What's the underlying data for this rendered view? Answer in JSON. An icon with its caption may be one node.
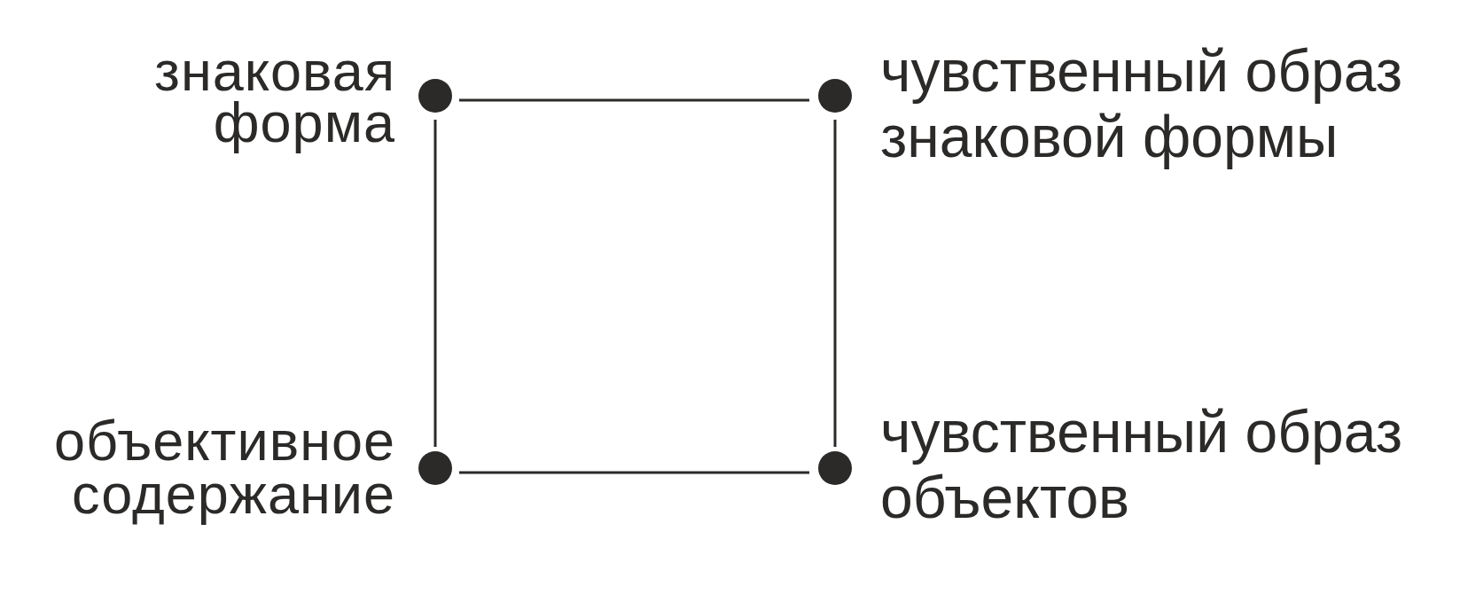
{
  "diagram": {
    "nodes": [
      {
        "text": [],
        "shape": "circle",
        "beside": [
          "знаковая форма"
        ]
      },
      {
        "text": [],
        "shape": "circle",
        "beside": [
          "чувственный образ знаковой формы"
        ]
      },
      {
        "text": [],
        "shape": "circle",
        "beside": [
          "объективное содержание"
        ]
      },
      {
        "text": [],
        "shape": "circle",
        "beside": [
          "чувственный образ объектов"
        ]
      }
    ],
    "edges": [
      {
        "from": 0,
        "to": 1,
        "arrow": "none"
      },
      {
        "from": 0,
        "to": 2,
        "arrow": "none"
      },
      {
        "from": 1,
        "to": 3,
        "arrow": "none"
      },
      {
        "from": 2,
        "to": 3,
        "arrow": "none"
      }
    ]
  }
}
